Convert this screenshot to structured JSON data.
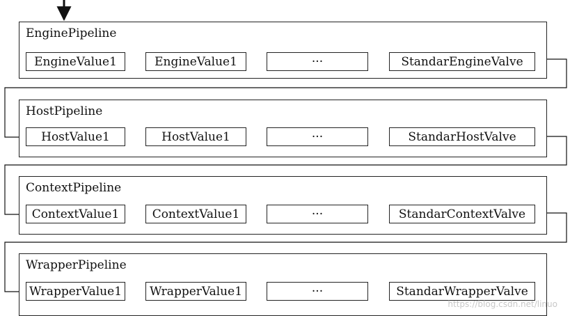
{
  "pipelines": [
    {
      "name": "EnginePipeline",
      "valves": [
        "EngineValue1",
        "EngineValue1",
        "···",
        "StandarEngineValve"
      ]
    },
    {
      "name": "HostPipeline",
      "valves": [
        "HostValue1",
        "HostValue1",
        "···",
        "StandarHostValve"
      ]
    },
    {
      "name": "ContextPipeline",
      "valves": [
        "ContextValue1",
        "ContextValue1",
        "···",
        "StandarContextValve"
      ]
    },
    {
      "name": "WrapperPipeline",
      "valves": [
        "WrapperValue1",
        "WrapperValue1",
        "···",
        "StandarWrapperValve"
      ]
    }
  ],
  "watermark": "https://blog.csdn.net/linuo"
}
